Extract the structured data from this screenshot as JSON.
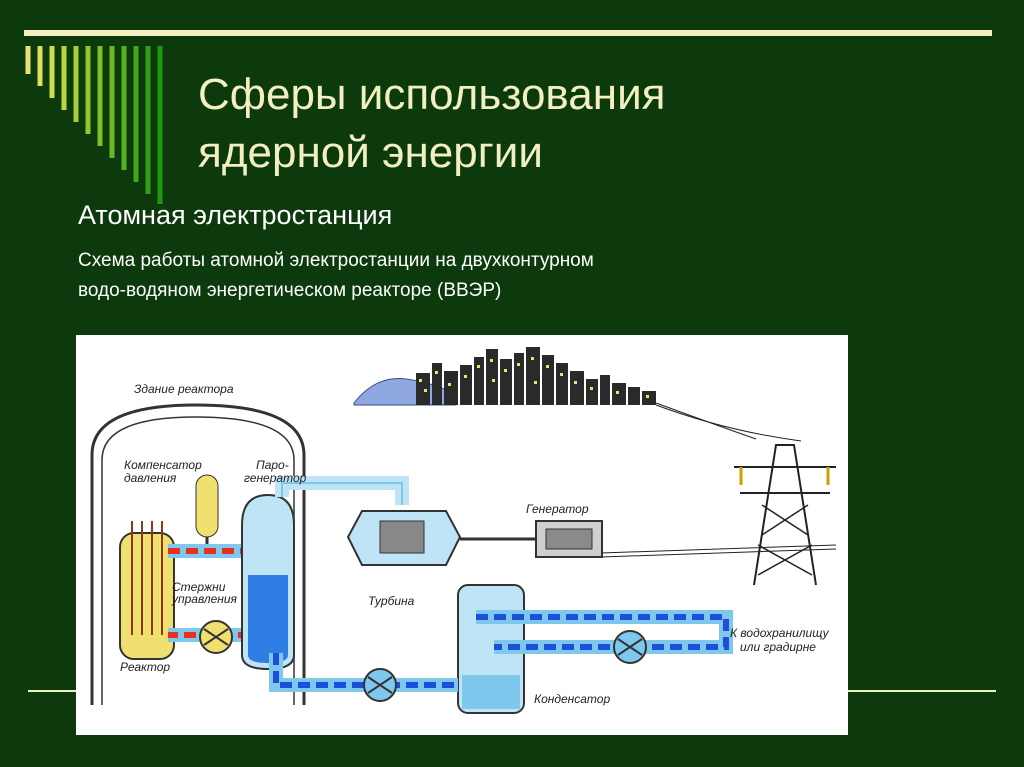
{
  "slide": {
    "title_line1": "Сферы использования",
    "title_line2": "ядерной энергии",
    "subtitle": "Атомная электростанция",
    "description_line1": "Схема работы атомной электростанции на двухконтурном",
    "description_line2": "водо-водяном энергетическом реакторе (ВВЭР)"
  },
  "diagram": {
    "labels": {
      "reactor_building": "Здание реактора",
      "pressurizer_1": "Компенсатор",
      "pressurizer_2": "давления",
      "steam_gen_1": "Паро-",
      "steam_gen_2": "генератор",
      "rods_1": "Стержни",
      "rods_2": "управления",
      "reactor": "Реактор",
      "turbine": "Турбина",
      "generator": "Генератор",
      "condenser": "Конденсатор",
      "outlet_1": "К водохранилищу",
      "outlet_2": "или градирне"
    }
  },
  "colors": {
    "background": "#0c3a0c",
    "accent": "#f2efc0",
    "primary_loop": "#e83020",
    "secondary_loop": "#1e4fd8",
    "water": "#7ec8ee",
    "reactor_fill": "#f0e070"
  }
}
